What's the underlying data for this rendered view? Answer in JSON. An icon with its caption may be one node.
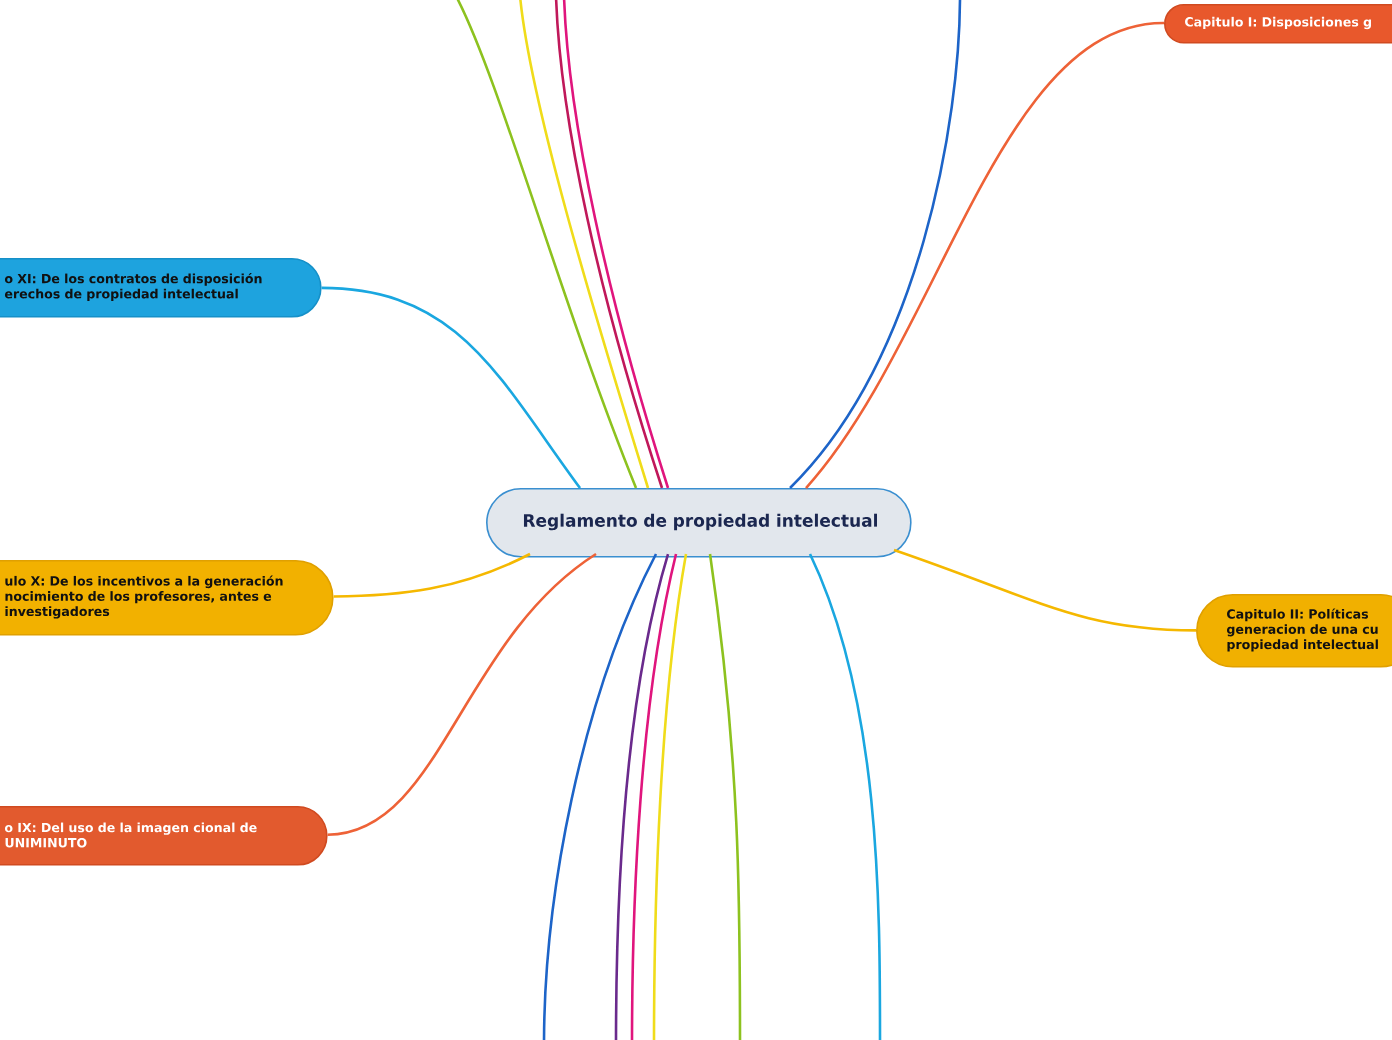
{
  "diagram": {
    "nodes": [
      {
        "text": [
          "Reglamento de propiedad intelectual"
        ]
      },
      {
        "text": [
          "Capitulo I: Disposiciones g"
        ]
      },
      {
        "text": [
          "Capitulo II: Políticas generacion de una cu propiedad intelectual"
        ]
      },
      {
        "text": [
          "o XI: De los contratos de disposición erechos de propiedad intelectual"
        ]
      },
      {
        "text": [
          "ulo X: De los incentivos a la generación nocimiento de los profesores, antes e investigadores"
        ]
      },
      {
        "text": [
          "o IX: Del uso de la imagen cional de UNIMINUTO"
        ]
      }
    ],
    "edges": [
      {
        "from": 0,
        "to": 1,
        "arrow": "none",
        "color": "#ee6237"
      },
      {
        "from": 0,
        "to": 2,
        "arrow": "none",
        "color": "#f5b800"
      },
      {
        "from": 0,
        "to": 3,
        "arrow": "none",
        "color": "#1aa7e0"
      },
      {
        "from": 0,
        "to": 4,
        "arrow": "none",
        "color": "#f5b800"
      },
      {
        "from": 0,
        "to": 5,
        "arrow": "none",
        "color": "#ee6237"
      },
      {
        "from": 0,
        "to": null,
        "arrow": "none",
        "color": "#8dc21f"
      },
      {
        "from": 0,
        "to": null,
        "arrow": "none",
        "color": "#f0dc1a"
      },
      {
        "from": 0,
        "to": null,
        "arrow": "none",
        "color": "#c0185a"
      },
      {
        "from": 0,
        "to": null,
        "arrow": "none",
        "color": "#e0157d"
      },
      {
        "from": 0,
        "to": null,
        "arrow": "none",
        "color": "#1d64c8"
      },
      {
        "from": 0,
        "to": null,
        "arrow": "none",
        "color": "#1d64c8"
      },
      {
        "from": 0,
        "to": null,
        "arrow": "none",
        "color": "#6a2a8c"
      },
      {
        "from": 0,
        "to": null,
        "arrow": "none",
        "color": "#e0157d"
      },
      {
        "from": 0,
        "to": null,
        "arrow": "none",
        "color": "#f0dc1a"
      },
      {
        "from": 0,
        "to": null,
        "arrow": "none",
        "color": "#8dc21f"
      },
      {
        "from": 0,
        "to": null,
        "arrow": "none",
        "color": "#1aa7e0"
      }
    ]
  }
}
